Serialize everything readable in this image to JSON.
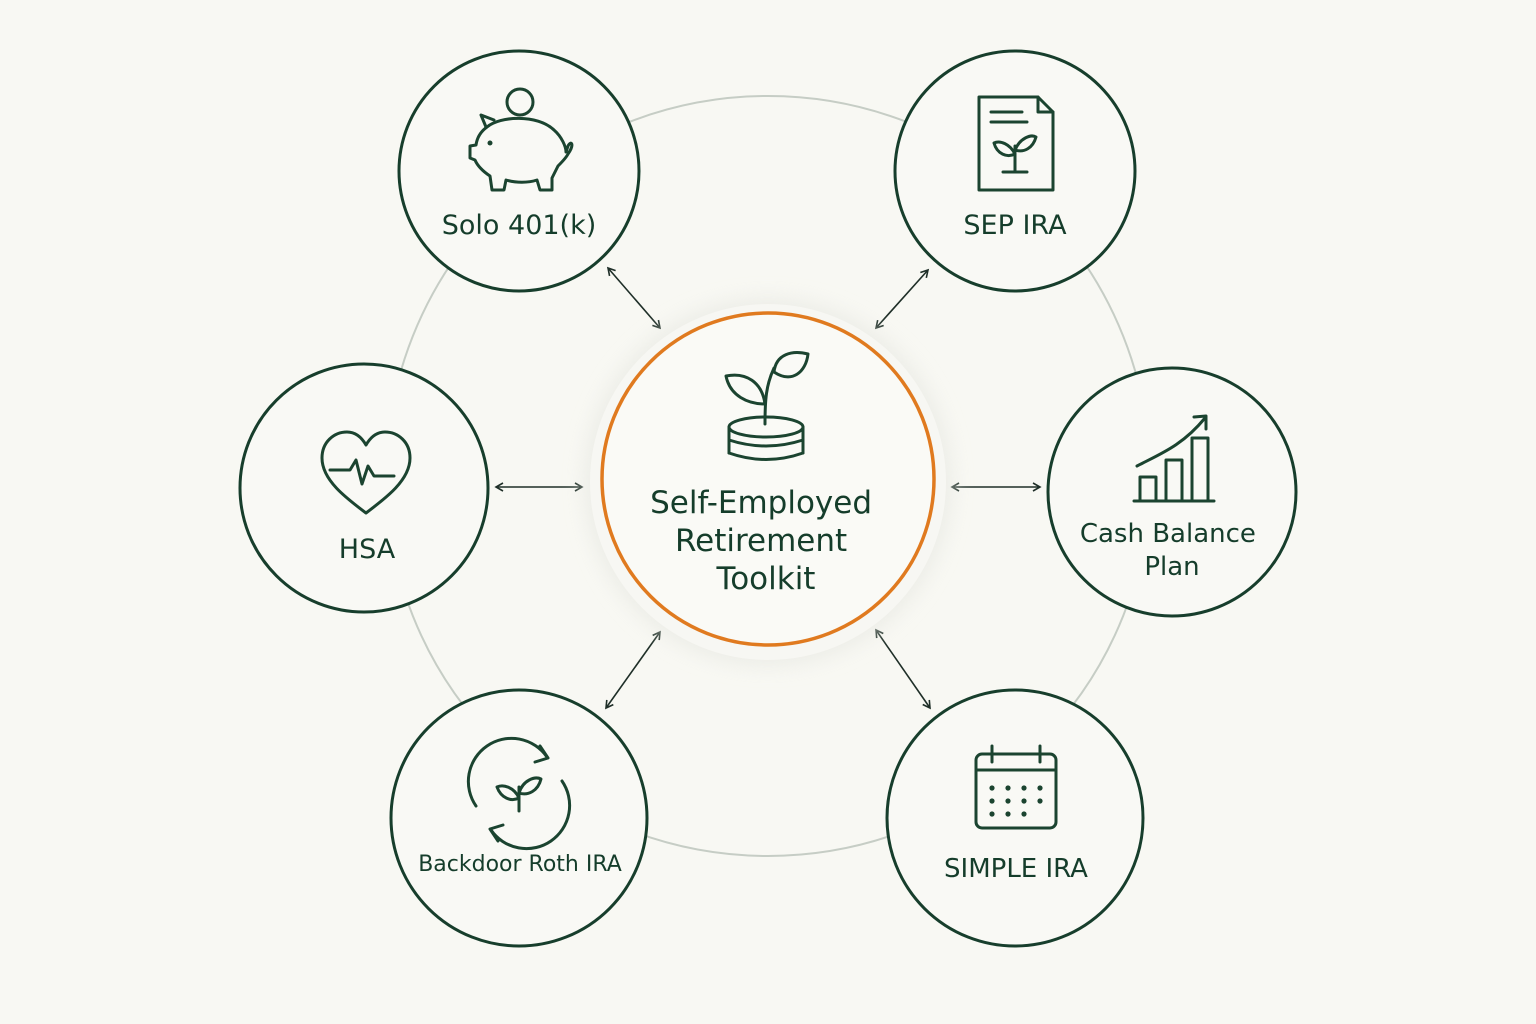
{
  "hub": {
    "label_lines": [
      "Self-Employed",
      "Retirement",
      "Toolkit"
    ],
    "icon": "plant-coins-icon",
    "border_color": "#e07a1f"
  },
  "nodes": [
    {
      "id": "solo-401k",
      "label_lines": [
        "Solo 401(k)"
      ],
      "icon": "piggy-bank-icon"
    },
    {
      "id": "sep-ira",
      "label_lines": [
        "SEP IRA"
      ],
      "icon": "document-plant-icon"
    },
    {
      "id": "cash-balance-plan",
      "label_lines": [
        "Cash Balance",
        "Plan"
      ],
      "icon": "growth-chart-icon"
    },
    {
      "id": "simple-ira",
      "label_lines": [
        "SIMPLE IRA"
      ],
      "icon": "calendar-icon"
    },
    {
      "id": "backdoor-roth-ira",
      "label_lines": [
        "Backdoor Roth IRA"
      ],
      "icon": "recycle-plant-icon"
    },
    {
      "id": "hsa",
      "label_lines": [
        "HSA"
      ],
      "icon": "heart-pulse-icon"
    }
  ],
  "colors": {
    "background": "#f8f8f3",
    "node_stroke": "#173e2c",
    "text": "#153d2b",
    "ring": "#c6cdc5",
    "accent": "#e07a1f"
  }
}
